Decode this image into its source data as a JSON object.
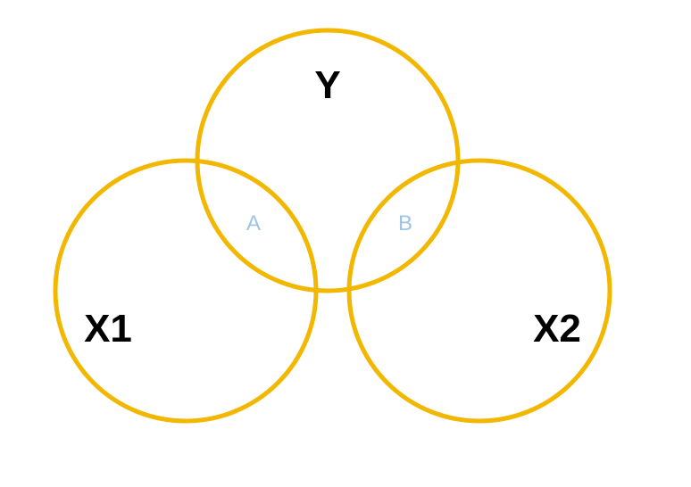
{
  "colors": {
    "circle_stroke": "#F2B700",
    "set_label": "#000000",
    "region_label": "#9DC3E6",
    "background": "#FFFFFF"
  },
  "sets": {
    "y": {
      "label": "Y"
    },
    "x1": {
      "label": "X1"
    },
    "x2": {
      "label": "X2"
    }
  },
  "regions": {
    "a": {
      "label": "A"
    },
    "b": {
      "label": "B"
    }
  }
}
